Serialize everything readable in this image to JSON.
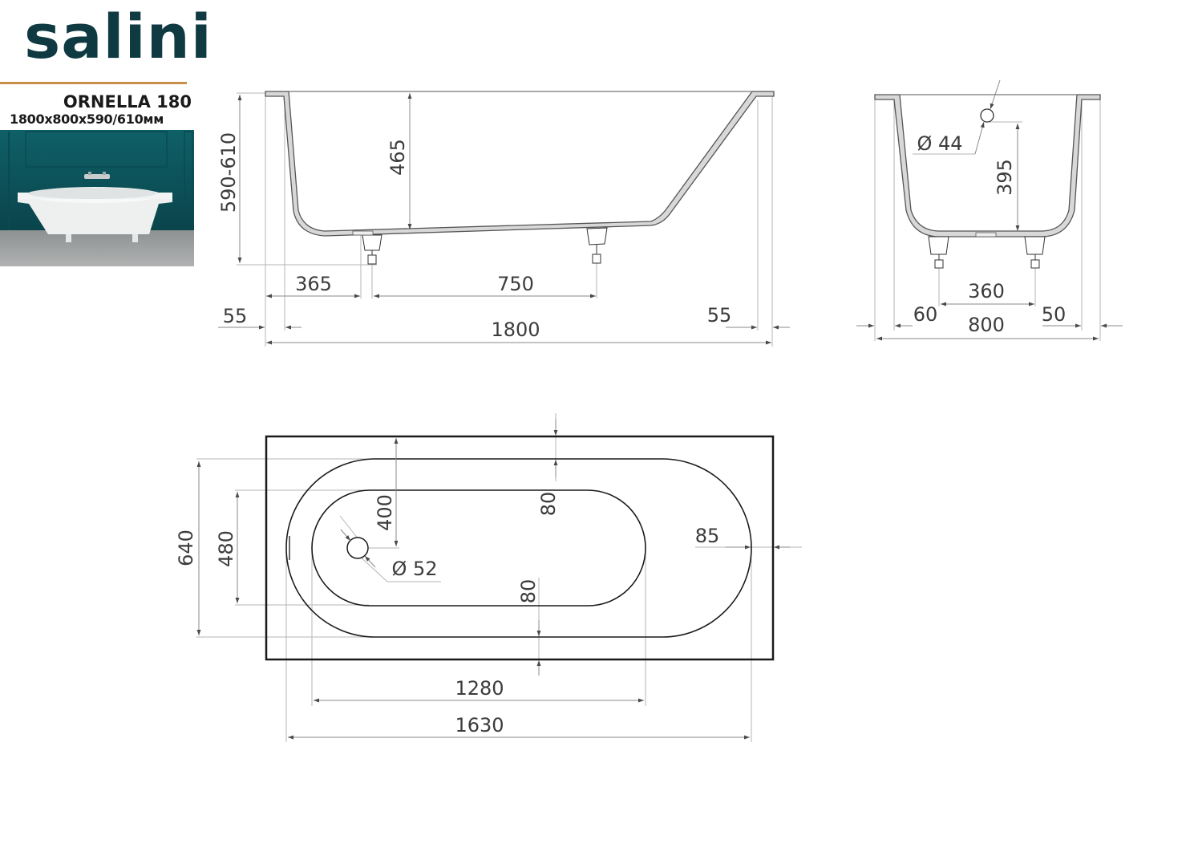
{
  "brand": {
    "logo_text": "salini",
    "model_name": "ORNELLA 180",
    "overall_dimensions": "1800x800x590/610мм",
    "colors": {
      "logo": "#0f3a42",
      "rule": "#c8904a",
      "photo_wall": "#0f5e66"
    }
  },
  "side_view": {
    "height_range": "590-610",
    "inner_depth": "465",
    "left_rim_offset": "55",
    "right_rim_offset": "55",
    "left_leg_offset": "365",
    "leg_spacing": "750",
    "overall_length": "1800"
  },
  "end_view": {
    "overflow_diameter": "Ø 44",
    "overflow_height": "395",
    "left_rim_offset": "60",
    "right_rim_offset": "50",
    "leg_spacing": "360",
    "overall_width": "800"
  },
  "plan_view": {
    "outer_bowl_width": "640",
    "inner_bowl_width": "480",
    "drain_offset": "400",
    "drain_diameter": "Ø 52",
    "top_gap": "80",
    "bottom_gap": "80",
    "end_gap": "85",
    "inner_bowl_length": "1280",
    "outer_bowl_length": "1630"
  }
}
